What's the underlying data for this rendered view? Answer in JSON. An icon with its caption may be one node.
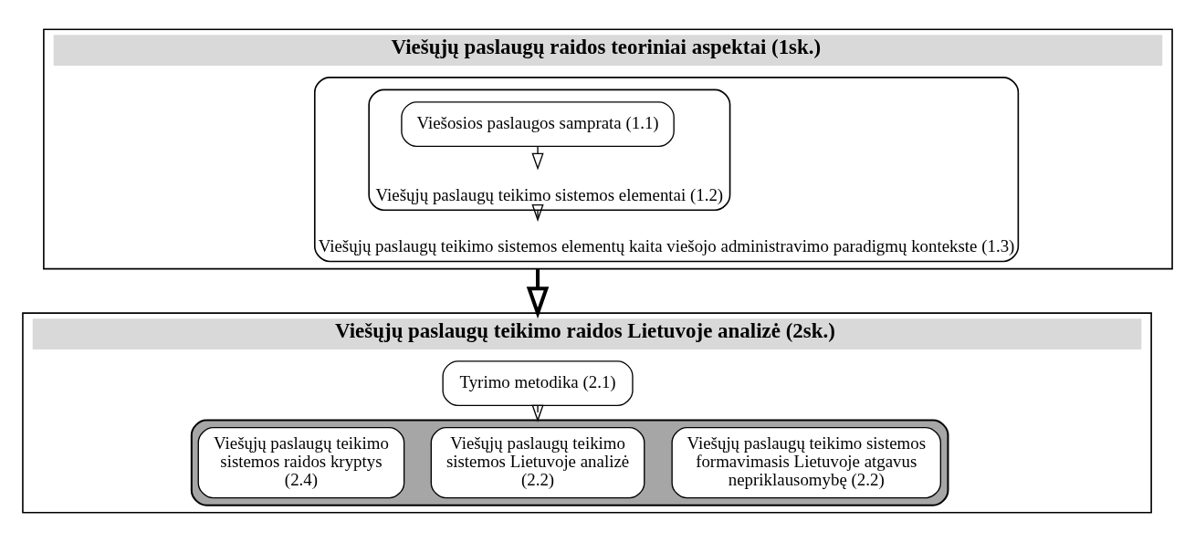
{
  "diagram": {
    "nodes": [
      {
        "text": [
          "Viešųjų paslaugų raidos teoriniai aspektai (1sk.)"
        ]
      },
      {
        "text": [
          "Viešųjų paslaugų teikimo sistemos elementų kaita viešojo administravimo paradigmų kontekste (1.3)"
        ],
        "in": 0
      },
      {
        "text": [
          "Viešųjų paslaugų teikimo sistemos elementai (1.2)"
        ],
        "in": 1
      },
      {
        "text": [
          "Viešosios paslaugos samprata (1.1)"
        ],
        "in": 2
      },
      {
        "text": [
          "Viešųjų paslaugų teikimo raidos Lietuvoje analizė (2sk.)"
        ]
      },
      {
        "text": [
          "Tyrimo metodika (2.1)"
        ],
        "in": 4
      },
      {
        "text": [],
        "shape": "box",
        "in": 4
      },
      {
        "text": [
          "Viešųjų paslaugų teikimo sistemos formavimasis Lietuvoje atgavus nepriklausomybę (2.2)"
        ],
        "in": 6
      },
      {
        "text": [
          "Viešųjų paslaugų teikimo sistemos Lietuvoje analizė (2.2)"
        ],
        "in": 6
      },
      {
        "text": [
          "Viešųjų paslaugų teikimo sistemos raidos kryptys (2.4)"
        ],
        "in": 6
      }
    ],
    "edges": [
      {
        "from": 3,
        "to": 2,
        "arrow": "to"
      },
      {
        "from": 2,
        "to": 1,
        "arrow": "to"
      },
      {
        "from": 0,
        "to": 4,
        "arrow": "to",
        "style": "thick"
      },
      {
        "from": 5,
        "to": 6,
        "arrow": "to"
      }
    ]
  }
}
